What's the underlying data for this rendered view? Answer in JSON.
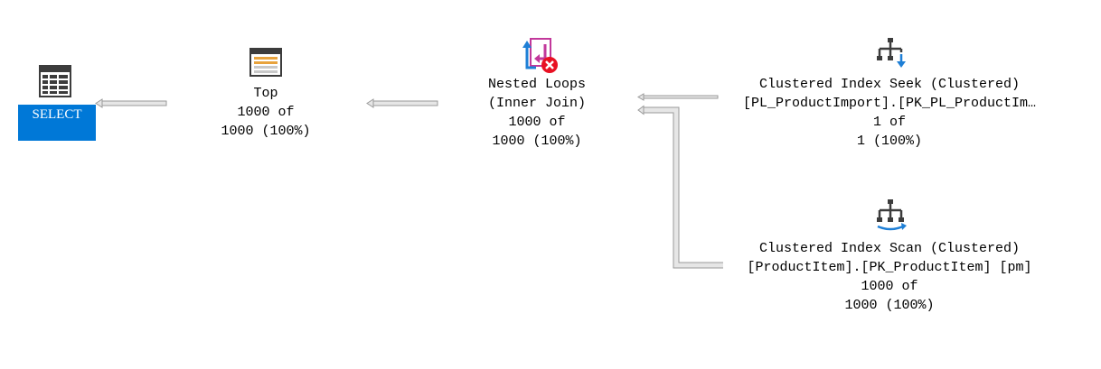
{
  "plan": {
    "select": {
      "label": "SELECT",
      "icon": "result-table-icon"
    },
    "top": {
      "name": "Top",
      "rows_line1": "1000 of",
      "rows_line2": "1000 (100%)",
      "icon": "top-operator-icon"
    },
    "nested_loops": {
      "name": "Nested Loops",
      "join_type": "(Inner Join)",
      "rows_line1": "1000 of",
      "rows_line2": "1000 (100%)",
      "icon": "nested-loops-warning-icon"
    },
    "index_seek": {
      "name": "Clustered Index Seek (Clustered)",
      "object": "[PL_ProductImport].[PK_PL_ProductIm…",
      "rows_line1": "1 of",
      "rows_line2": "1 (100%)",
      "icon": "clustered-index-seek-icon"
    },
    "index_scan": {
      "name": "Clustered Index Scan (Clustered)",
      "object": "[ProductItem].[PK_ProductItem] [pm]",
      "rows_line1": "1000 of",
      "rows_line2": "1000 (100%)",
      "icon": "clustered-index-scan-icon"
    }
  },
  "colors": {
    "select_highlight": "#0078d7",
    "warning": "#e81123",
    "icon_blue": "#1e7fd6",
    "icon_magenta": "#c2389b",
    "arrow": "#b3b3b3"
  }
}
